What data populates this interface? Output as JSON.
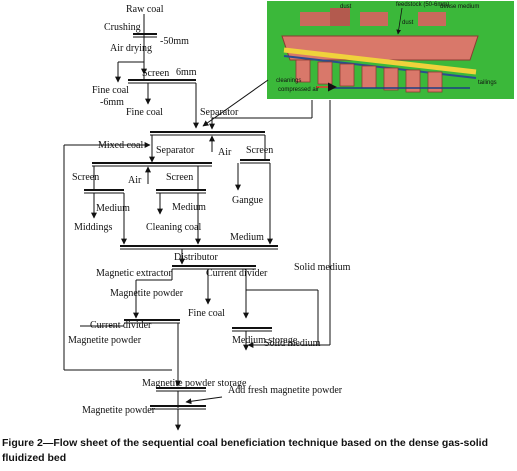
{
  "labels": {
    "raw_coal": "Raw coal",
    "crushing": "Crushing",
    "minus_50mm": "-50mm",
    "air_drying": "Air drying",
    "screen_1": "Screen",
    "size_6mm": "6mm",
    "fine_coal_1": "Fine coal",
    "minus_6mm": "-6mm",
    "fine_coal_2": "Fine coal",
    "separator_top": "Separator",
    "mixed_coal": "Mixed coal",
    "separator_mid": "Separator",
    "air_mid": "Air",
    "screen_right": "Screen",
    "screen_left": "Screen",
    "air_left": "Air",
    "screen_center": "Screen",
    "gangue": "Gangue",
    "medium_left": "Medium",
    "medium_center": "Medium",
    "middings": "Middings",
    "cleaning_coal": "Cleaning coal",
    "medium_right": "Medium",
    "distributor": "Distributor",
    "solid_medium_top": "Solid medium",
    "magnetic_extractor": "Magnetic extractor",
    "current_divider_1": "Current divider",
    "magnetite_powder_1": "Magnetite powder",
    "fine_coal_3": "Fine coal",
    "current_divider_2": "Current divider",
    "medium_storage": "Medium storage",
    "solid_medium_bottom": "Solid medium",
    "magnetite_powder_2": "Magnetite powder",
    "magnetite_powder_storage": "Magnetite powder storage",
    "add_fresh": "Add fresh magnetite powder",
    "magnetite_powder_3": "Magnetite powder"
  },
  "photo": {
    "dust_1": "dust",
    "feedstock": "feedstock (50-6mm)",
    "dust_2": "dust",
    "dense_medium": "dense medium",
    "cleanings": "cleanings",
    "compressed_air": "compressed air",
    "tailings": "tailings"
  },
  "caption": "Figure 2—Flow sheet of the sequential coal beneficiation technique based on the dense gas-solid fluidized bed",
  "colors": {
    "photo_bg": "#3bb83a",
    "equipment": "#d9786a",
    "conveyor": "#f0d23c",
    "ink": "#111111"
  }
}
